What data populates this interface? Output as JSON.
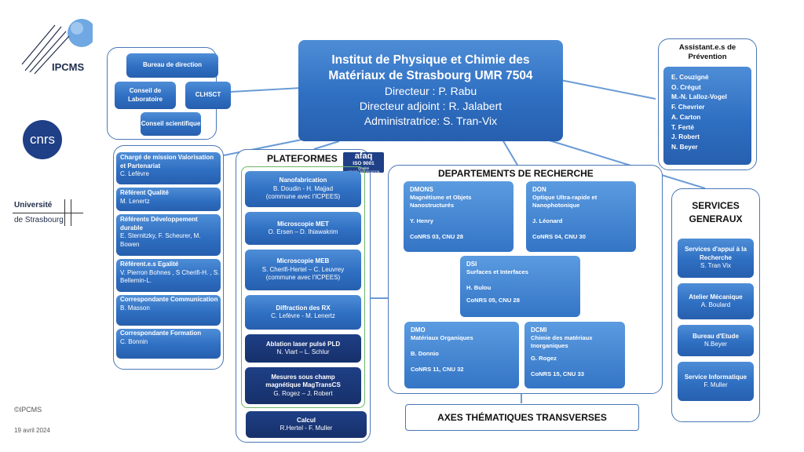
{
  "logos": {
    "ipcms": "IPCMS",
    "cnrs": "cnrs",
    "universite_1": "Université",
    "universite_2": "de Strasbourg"
  },
  "footer": {
    "copyright": "©IPCMS",
    "date": "19 avril 2024"
  },
  "institute": {
    "title_1": "Institut de Physique et Chimie des",
    "title_2": "Matériaux de Strasbourg  UMR 7504",
    "directeur": "Directeur : P. Rabu",
    "adjoint": "Directeur adjoint : R. Jalabert",
    "admin": "Administratrice:  S. Tran-Vix"
  },
  "direction": {
    "bureau": "Bureau de direction",
    "conseil_labo": "Conseil de Laboratoire",
    "clhsct": "CLHSCT",
    "conseil_sci": "Conseil scientifique"
  },
  "missions": [
    {
      "title": "Chargé de mission Valorisation  et Partenariat",
      "names": "C. Lefèvre"
    },
    {
      "title": "Référent Qualité",
      "names": "M. Lenertz"
    },
    {
      "title": "Référents Développement durable",
      "names": "E. Sternitzky, F. Scheurer, M. Bowen"
    },
    {
      "title": "Référent.e.s Egalité",
      "names": "V. Pierron Bohnes , S Cherifi-H. , S. Bellemin-L."
    },
    {
      "title": "Correspondante Communication",
      "names": "B. Masson"
    },
    {
      "title": "Correspondante Formation",
      "names": "C. Bonnin"
    }
  ],
  "platforms": {
    "heading": "PLATEFORMES",
    "afaq": {
      "brand": "afaq",
      "iso": "ISO 9001",
      "qualite": "Qualité",
      "cert": "AFNOR CERTIFICATION"
    },
    "items": [
      {
        "title": "Nanofabrication",
        "line1": "B. Doudin - H. Majjad",
        "line2": "(commune avec l'ICPEES)"
      },
      {
        "title": "Microscopie  MET",
        "line1": "O. Ersen – D. Ihiawakrim",
        "line2": ""
      },
      {
        "title": "Microscopie   MEB",
        "line1": "S. Cherifi-Hertel – C. Leuvrey",
        "line2": "(commune avec l'ICPEES)"
      },
      {
        "title": "Diffraction  des RX",
        "line1": "C. Lefèvre  - M. Lenertz",
        "line2": ""
      },
      {
        "title": "Ablation laser pulsé PLD",
        "line1": "N. Viart – L. Schlur",
        "line2": ""
      },
      {
        "title": "Mesures sous champ magnétique MagTransCS",
        "line1": "G. Rogez – J. Robert",
        "line2": ""
      }
    ],
    "calcul": {
      "title": "Calcul",
      "names": "R.Hertel - F. Muller"
    }
  },
  "departments": {
    "heading": "DEPARTEMENTS DE RECHERCHE",
    "items": [
      {
        "code": "DMONS",
        "desc": "Magnétisme et Objets Nanostructurés",
        "head": "Y. Henry",
        "conrs": "CoNRS 03, CNU 28"
      },
      {
        "code": "DON",
        "desc": "Optique Ultra-rapide et Nanophotonique",
        "head": "J. Léonard",
        "conrs": "CoNRS 04, CNU 30"
      },
      {
        "code": "DSI",
        "desc": "Surfaces  et Interfaces",
        "head": "H. Bulou",
        "conrs": "CoNRS 05, CNU 28"
      },
      {
        "code": "DMO",
        "desc": "Matériaux Organiques",
        "head": "B. Donnio",
        "conrs": "CoNRS 11, CNU 32"
      },
      {
        "code": "DCMI",
        "desc": "Chimie des matériaux Inorganiques",
        "head": "G. Rogez",
        "conrs": "CoNRS  15, CNU 33"
      }
    ],
    "axes": "AXES THÉMATIQUES TRANSVERSES"
  },
  "prevention": {
    "heading": "Assistant.e.s de Prévention",
    "names": [
      "E. Couzigné",
      "O. Crégut",
      "M.-N. Lalloz-Vogel",
      "F. Chevrier",
      "A. Carton",
      "T. Ferté",
      "J. Robert",
      "N. Beyer"
    ]
  },
  "services": {
    "heading_1": "SERVICES",
    "heading_2": "GENERAUX",
    "items": [
      {
        "title": "Services d'appui à la Recherche",
        "names": "S. Tran Vix"
      },
      {
        "title": "Atelier Mécanique",
        "names": "A. Boulard"
      },
      {
        "title": "Bureau d'Etude",
        "names": "N.Beyer"
      },
      {
        "title": "Service Informatique",
        "names": "F. Muller"
      }
    ]
  },
  "colors": {
    "accent": "#2f6fc2",
    "navy": "#16306a",
    "line": "#5b8fcf"
  }
}
